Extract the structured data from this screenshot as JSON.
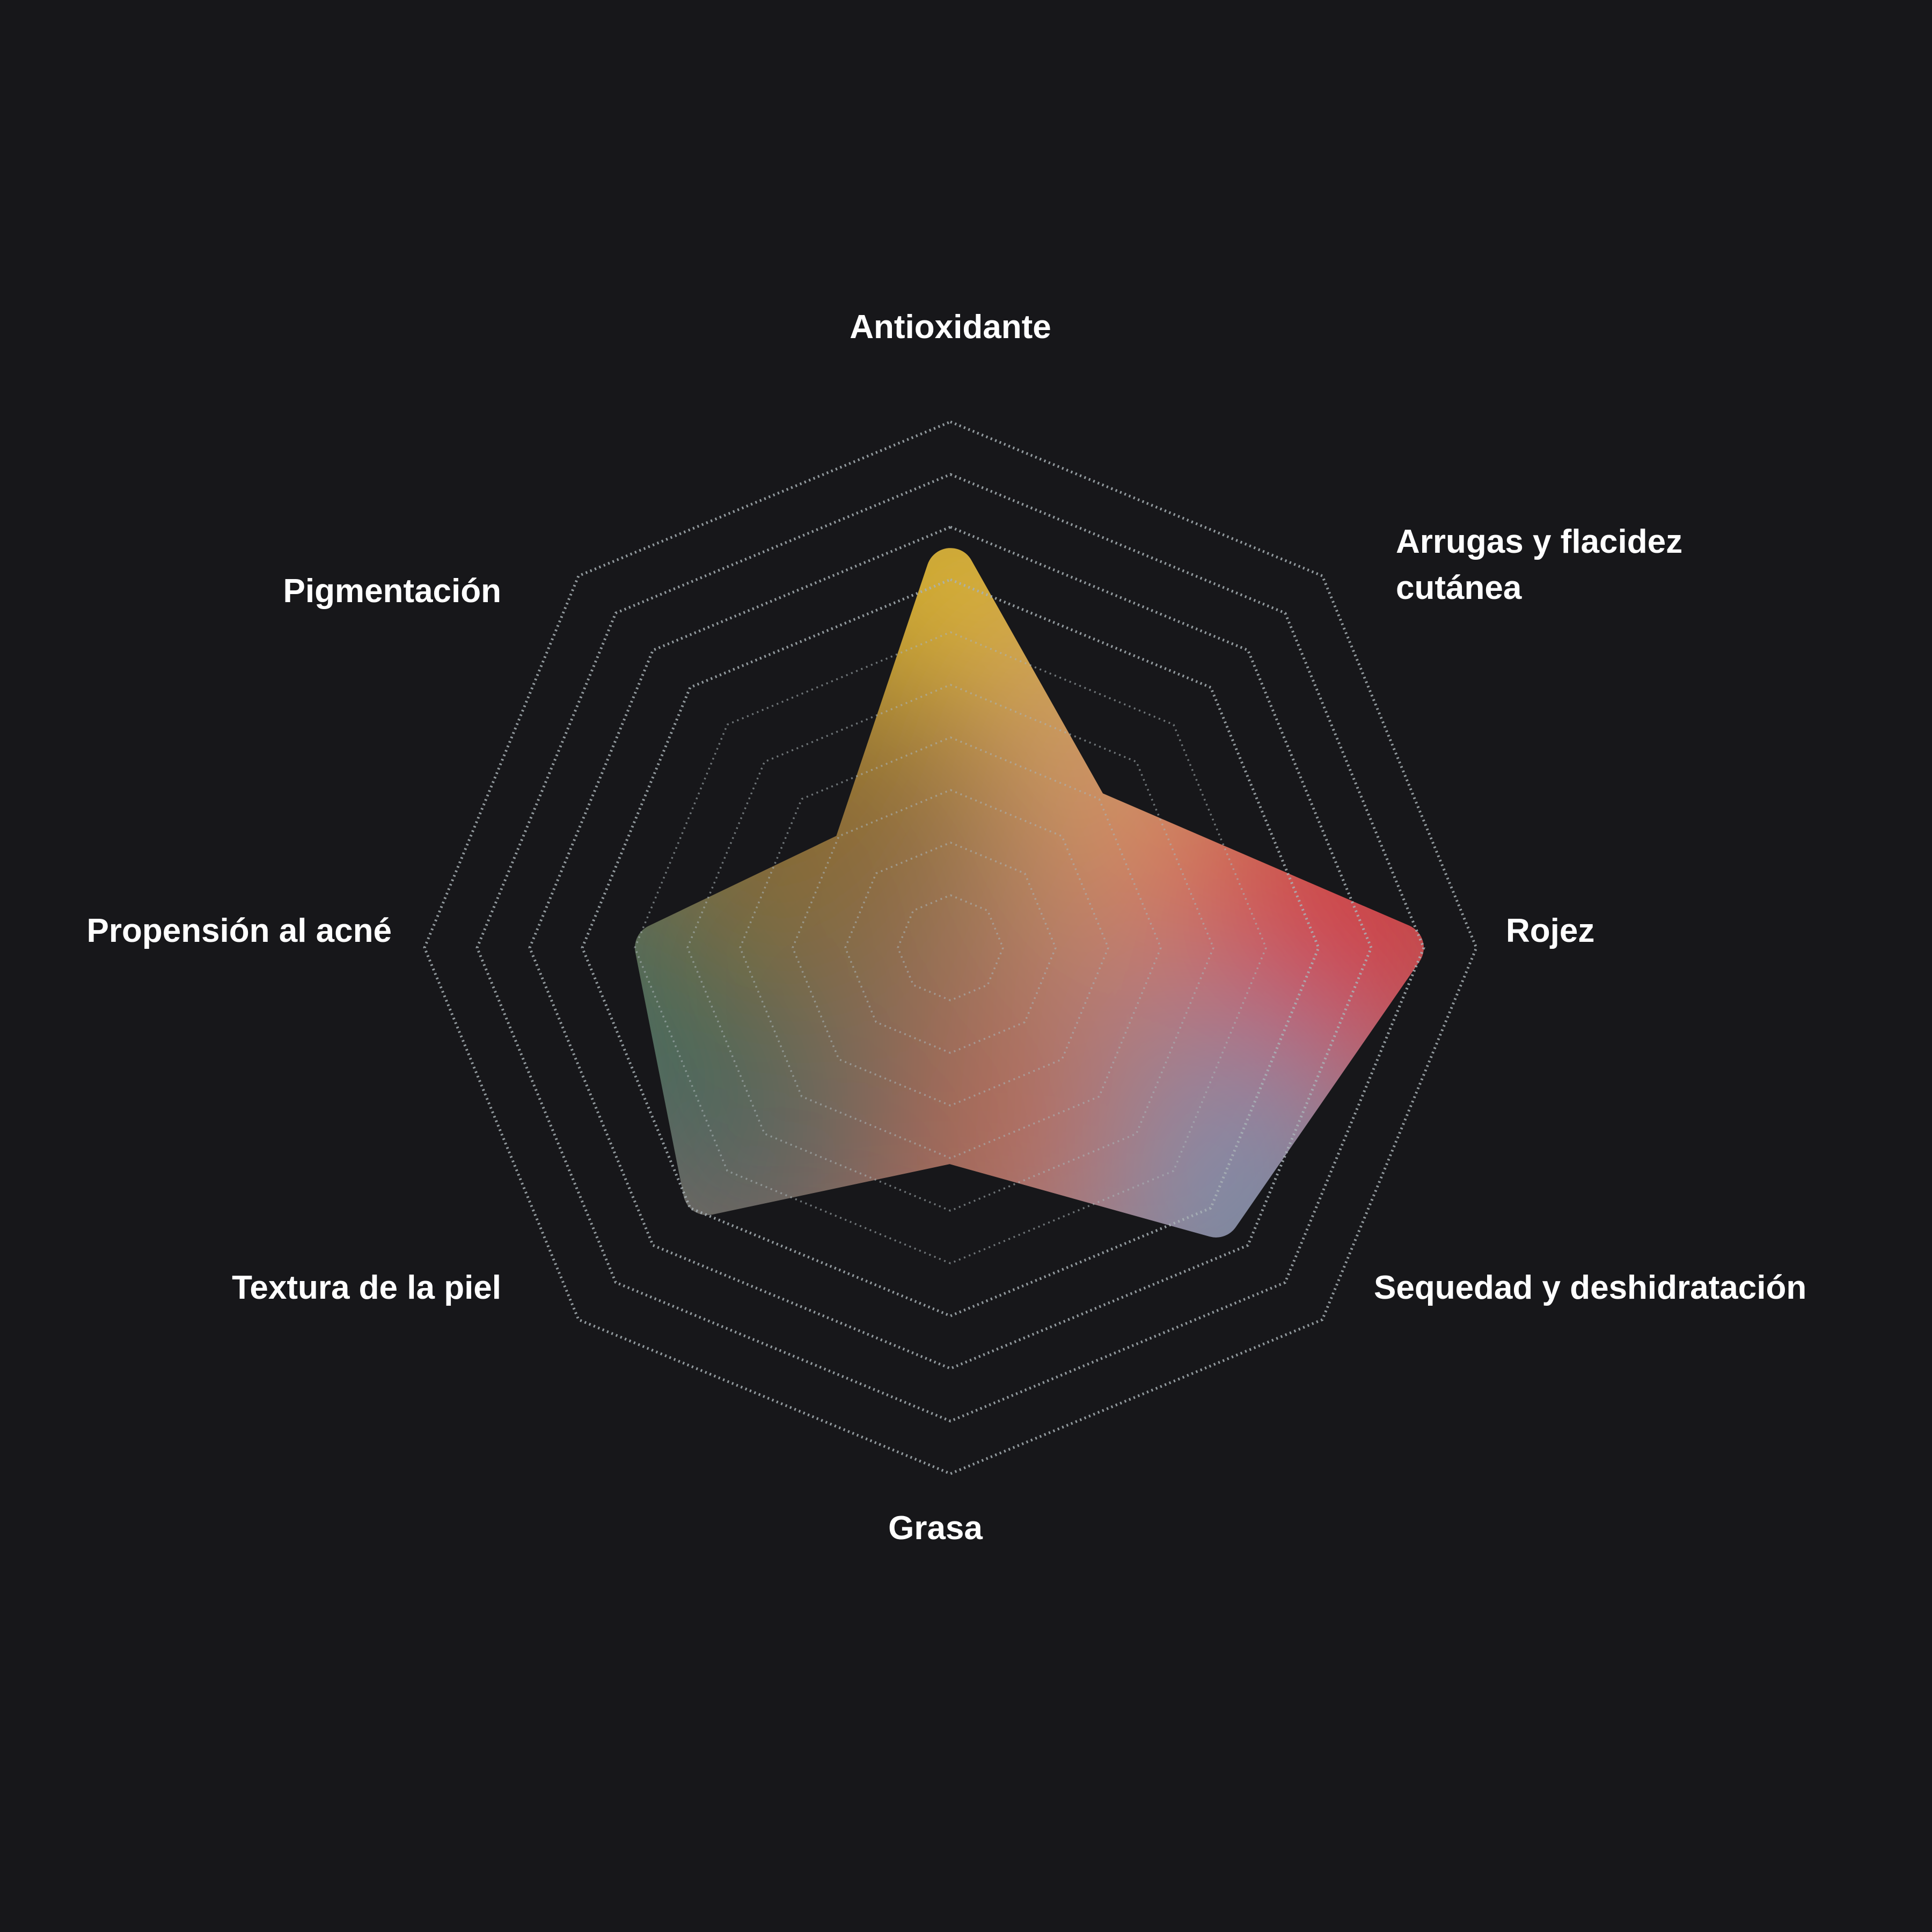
{
  "chart_data": {
    "type": "radar",
    "title": "",
    "axes": [
      "Antioxidante",
      "Arrugas y flacidez cutánea",
      "Rojez",
      "Sequedad y deshidratación",
      "Grasa",
      "Textura de la piel",
      "Propensión al acné",
      "Pigmentación"
    ],
    "axis_label_lines": [
      [
        "Antioxidante"
      ],
      [
        "Arrugas y flacidez",
        "cutánea"
      ],
      [
        "Rojez"
      ],
      [
        "Sequedad y deshidratación"
      ],
      [
        "Grasa"
      ],
      [
        "Textura de la piel"
      ],
      [
        "Propensión al acné"
      ],
      [
        "Pigmentación"
      ]
    ],
    "values": [
      7.6,
      4.1,
      9.0,
      7.6,
      4.1,
      7.0,
      6.0,
      3.0
    ],
    "range": [
      0,
      10
    ],
    "grid_levels": 10,
    "grid": true,
    "series_colors": [
      "#e2bb22",
      "#d9a070",
      "#d63a3e",
      "#7590b0",
      "#c06a50",
      "#6a6362",
      "#1f6b5e",
      "#8a6a2a"
    ]
  }
}
